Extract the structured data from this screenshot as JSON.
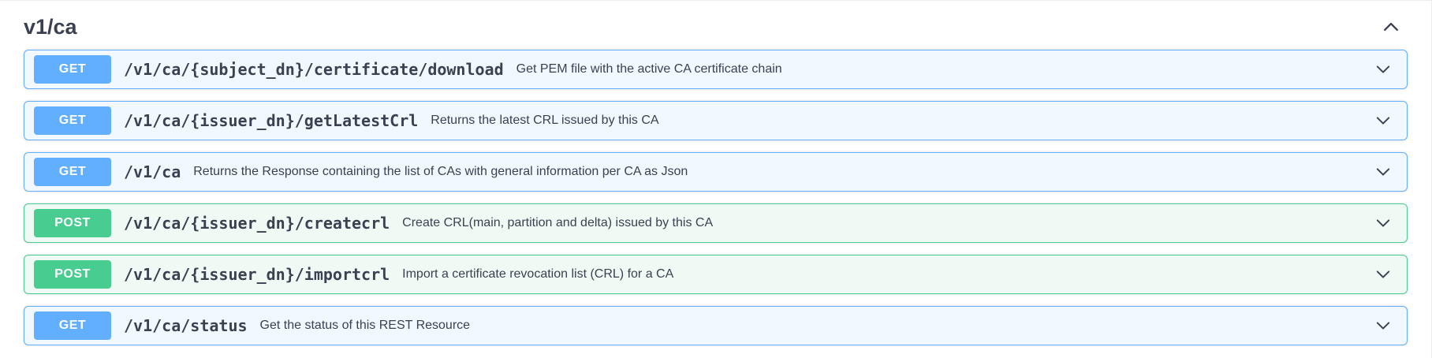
{
  "section": {
    "title": "v1/ca",
    "collapse_icon": "chevron-up-icon"
  },
  "colors": {
    "get_accent": "#61affe",
    "post_accent": "#49cc90",
    "text": "#3b4151"
  },
  "endpoints": [
    {
      "method": "GET",
      "path": "/v1/ca/{subject_dn}/certificate/download",
      "description": "Get PEM file with the active CA certificate chain",
      "expand_icon": "chevron-down-icon"
    },
    {
      "method": "GET",
      "path": "/v1/ca/{issuer_dn}/getLatestCrl",
      "description": "Returns the latest CRL issued by this CA",
      "expand_icon": "chevron-down-icon"
    },
    {
      "method": "GET",
      "path": "/v1/ca",
      "description": "Returns the Response containing the list of CAs with general information per CA as Json",
      "expand_icon": "chevron-down-icon"
    },
    {
      "method": "POST",
      "path": "/v1/ca/{issuer_dn}/createcrl",
      "description": "Create CRL(main, partition and delta) issued by this CA",
      "expand_icon": "chevron-down-icon"
    },
    {
      "method": "POST",
      "path": "/v1/ca/{issuer_dn}/importcrl",
      "description": "Import a certificate revocation list (CRL) for a CA",
      "expand_icon": "chevron-down-icon"
    },
    {
      "method": "GET",
      "path": "/v1/ca/status",
      "description": "Get the status of this REST Resource",
      "expand_icon": "chevron-down-icon"
    }
  ]
}
